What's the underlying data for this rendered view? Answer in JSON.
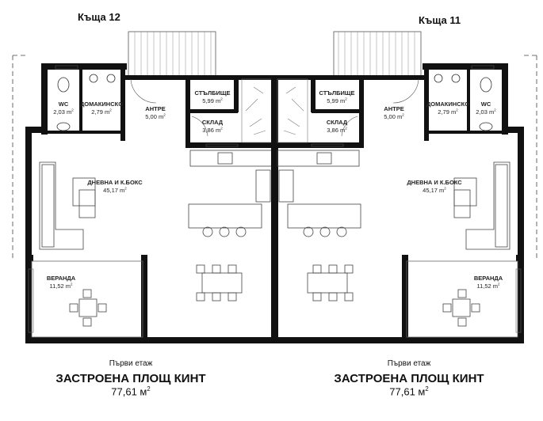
{
  "houses": [
    {
      "title": "Къща 12",
      "floor": "Първи етаж",
      "built_label": "ЗАСТРОЕНА ПЛОЩ КИНТ",
      "built_area": "77,61 м",
      "unit_sup": "2",
      "rooms": [
        {
          "name": "WC",
          "area": "2,03 m",
          "sup": "2"
        },
        {
          "name": "ДОМАКИНСКО",
          "area": "2,79 m",
          "sup": "2"
        },
        {
          "name": "АНТРЕ",
          "area": "5,00 m",
          "sup": "2"
        },
        {
          "name": "СТЪЛБИЩЕ",
          "area": "5,99 m",
          "sup": "2"
        },
        {
          "name": "СКЛАД",
          "area": "3,86 m",
          "sup": "2"
        },
        {
          "name": "ДНЕВНА И К.БОКС",
          "area": "45,17 m",
          "sup": "2"
        },
        {
          "name": "ВЕРАНДА",
          "area": "11,52 m",
          "sup": "2"
        }
      ]
    },
    {
      "title": "Къща 11",
      "floor": "Първи етаж",
      "built_label": "ЗАСТРОЕНА ПЛОЩ КИНТ",
      "built_area": "77,61 м",
      "unit_sup": "2",
      "rooms": [
        {
          "name": "WC",
          "area": "2,03 m",
          "sup": "2"
        },
        {
          "name": "ДОМАКИНСКО",
          "area": "2,79 m",
          "sup": "2"
        },
        {
          "name": "АНТРЕ",
          "area": "5,00 m",
          "sup": "2"
        },
        {
          "name": "СТЪЛБИЩЕ",
          "area": "5,99 m",
          "sup": "2"
        },
        {
          "name": "СКЛАД",
          "area": "3,86 m",
          "sup": "2"
        },
        {
          "name": "ДНЕВНА И К.БОКС",
          "area": "45,17 m",
          "sup": "2"
        },
        {
          "name": "ВЕРАНДА",
          "area": "11,52 m",
          "sup": "2"
        }
      ]
    }
  ]
}
